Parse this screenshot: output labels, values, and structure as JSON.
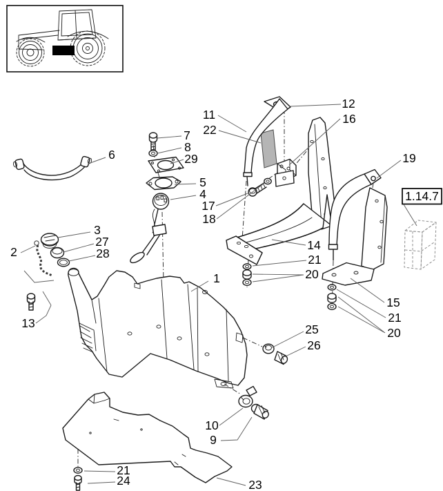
{
  "page": {
    "background": "#ffffff",
    "line_color": "#1a1a1a"
  },
  "thumbnail": {
    "icon": "tractor-side-view",
    "highlight": "fuel-tank-location",
    "highlight_color": "#000000"
  },
  "reference_box": {
    "label": "1.14.7"
  },
  "callouts": [
    {
      "label": "12"
    },
    {
      "label": "16"
    },
    {
      "label": "11"
    },
    {
      "label": "22"
    },
    {
      "label": "7"
    },
    {
      "label": "8"
    },
    {
      "label": "29"
    },
    {
      "label": "6"
    },
    {
      "label": "5"
    },
    {
      "label": "4"
    },
    {
      "label": "17"
    },
    {
      "label": "18"
    },
    {
      "label": "19"
    },
    {
      "label": "3"
    },
    {
      "label": "27"
    },
    {
      "label": "28"
    },
    {
      "label": "2"
    },
    {
      "label": "14"
    },
    {
      "label": "21"
    },
    {
      "label": "20"
    },
    {
      "label": "1"
    },
    {
      "label": "15"
    },
    {
      "label": "21"
    },
    {
      "label": "20"
    },
    {
      "label": "13"
    },
    {
      "label": "25"
    },
    {
      "label": "26"
    },
    {
      "label": "10"
    },
    {
      "label": "9"
    },
    {
      "label": "21"
    },
    {
      "label": "24"
    },
    {
      "label": "23"
    }
  ]
}
